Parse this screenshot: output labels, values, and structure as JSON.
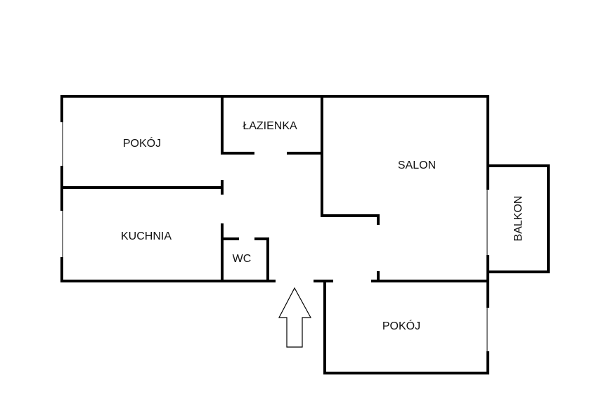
{
  "rooms": {
    "pokoj_top": "POKÓJ",
    "lazienka": "ŁAZIENKA",
    "salon": "SALON",
    "kuchnia": "KUCHNIA",
    "wc": "WC",
    "pokoj_bottom": "POKÓJ",
    "balkon": "BALKON"
  },
  "icons": {
    "entrance": "entrance-arrow-icon"
  },
  "colors": {
    "walls": "#000000",
    "background": "#ffffff"
  }
}
